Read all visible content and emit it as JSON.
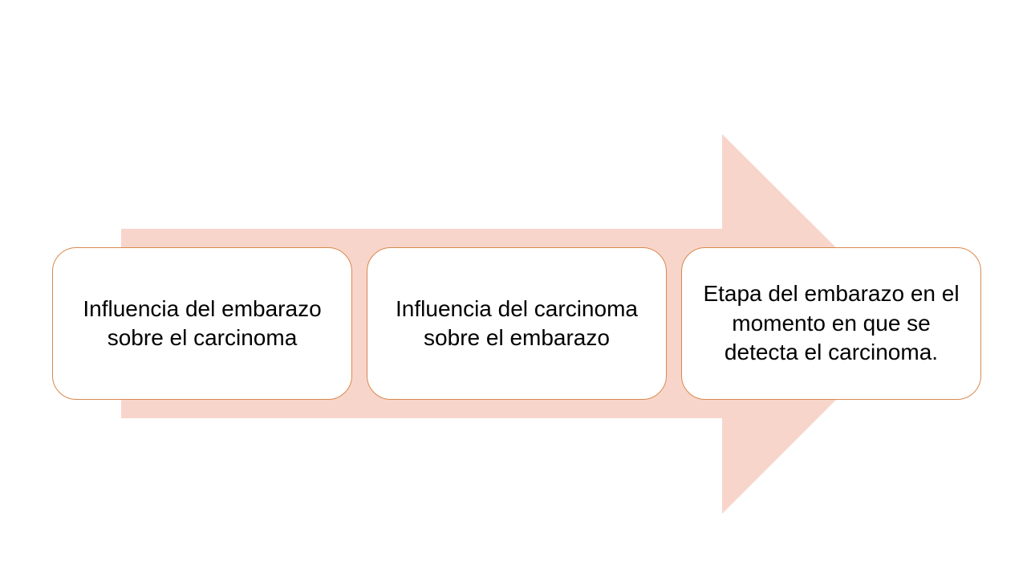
{
  "colors": {
    "arrow_fill": "#f8d5cb",
    "box_border": "#d9894f",
    "text": "#000000"
  },
  "steps": [
    {
      "label": "Influencia del embarazo sobre el carcinoma"
    },
    {
      "label": "Influencia del carcinoma sobre el embarazo"
    },
    {
      "label": "Etapa del embarazo en el momento en que se detecta el carcinoma."
    }
  ]
}
